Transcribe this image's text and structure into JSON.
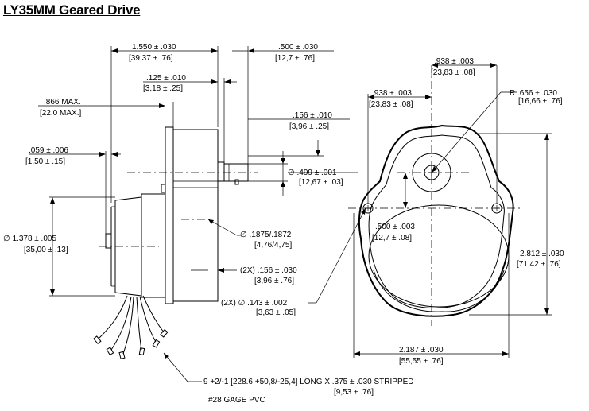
{
  "title": "LY35MM Geared Drive",
  "dims": {
    "d1550": [
      "1.550 ± .030",
      "[39,37 ± .76]"
    ],
    "d0500": [
      ".500 ± .030",
      "[12,7 ± .76]"
    ],
    "d0125": [
      ".125 ± .010",
      "[3,18 ± .25]"
    ],
    "d0866": [
      ".866 MAX.",
      "[22.0 MAX.]"
    ],
    "d0156a": [
      ".156 ± .010",
      "[3,96 ± .25]"
    ],
    "d0059": [
      ".059 ± .006",
      "[1.50 ± .15]"
    ],
    "d0499": [
      "∅ .499 ± .001",
      "[12,67 ± .03]"
    ],
    "d1378": [
      "∅ 1.378 ± .005",
      "[35,00 ± .13]"
    ],
    "d1875": [
      "∅ .1875/.1872",
      "[4,76/4,75]"
    ],
    "d0156b": [
      "(2X) .156 ± .030",
      "[3,96 ± .76]"
    ],
    "d0143": [
      "(2X) ∅ .143 ± .002",
      "[3,63 ± .05]"
    ],
    "d0938a": [
      ".938 ± .003",
      "[23,83 ± .08]"
    ],
    "d0938b": [
      ".938 ± .003",
      "[23,83 ± .08]"
    ],
    "d0656": [
      "R .656 ± .030",
      "[16,66 ± .76]"
    ],
    "d0500b": [
      ".500 ± .003",
      "[12,7 ± .08]"
    ],
    "d2812": [
      "2.812 ± .030",
      "[71,42 ± .76]"
    ],
    "d2187": [
      "2.187 ± .030",
      "[55,55 ± .76]"
    ]
  },
  "lead_note": {
    "line1": "9 +2/-1 [228.6 +50,8/-25,4] LONG X .375 ± .030 STRIPPED",
    "line2": "[9,53 ± .76]",
    "line3": "#28 GAGE PVC"
  }
}
